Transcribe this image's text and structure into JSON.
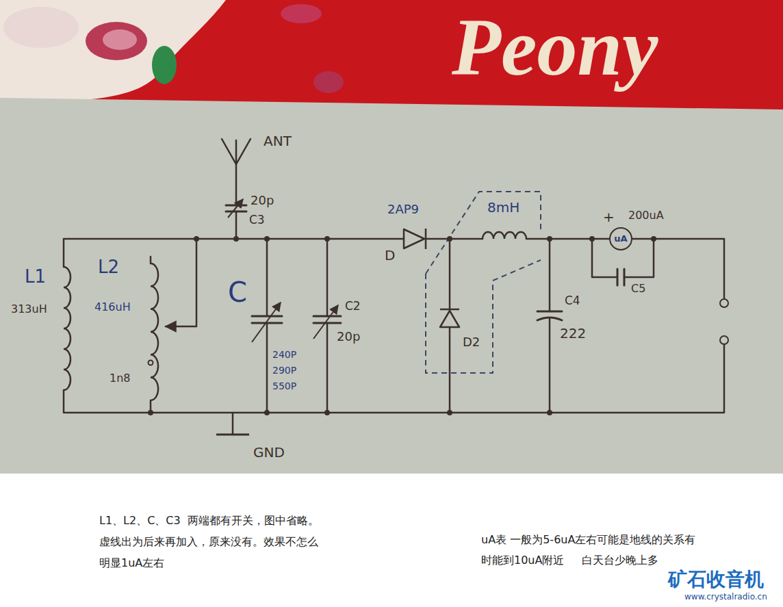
{
  "diagram": {
    "nodes": [
      {
        "text": [
          "uA"
        ]
      }
    ],
    "labels": [
      "Peony",
      "ANT",
      "20p",
      "C3",
      "L1",
      "313uH",
      "L2",
      "416uH",
      "1n8",
      "C",
      "240P",
      "290P",
      "550P",
      "C2",
      "20p",
      "2AP9",
      "D",
      "8mH",
      "D2",
      "C4",
      "222",
      "+",
      "200uA",
      "C5",
      "GND",
      "L1、L2、C、C3  两端都有开关，图中省略。",
      "虚线出为后来再加入，原来没有。效果不怎么",
      "明显1uA左右",
      "uA表 一般为5-6uA左右可能是地线的关系有",
      "时能到10uA附近     白天台少晚上多",
      "矿石收音机",
      "www.crystalradio.cn"
    ]
  }
}
